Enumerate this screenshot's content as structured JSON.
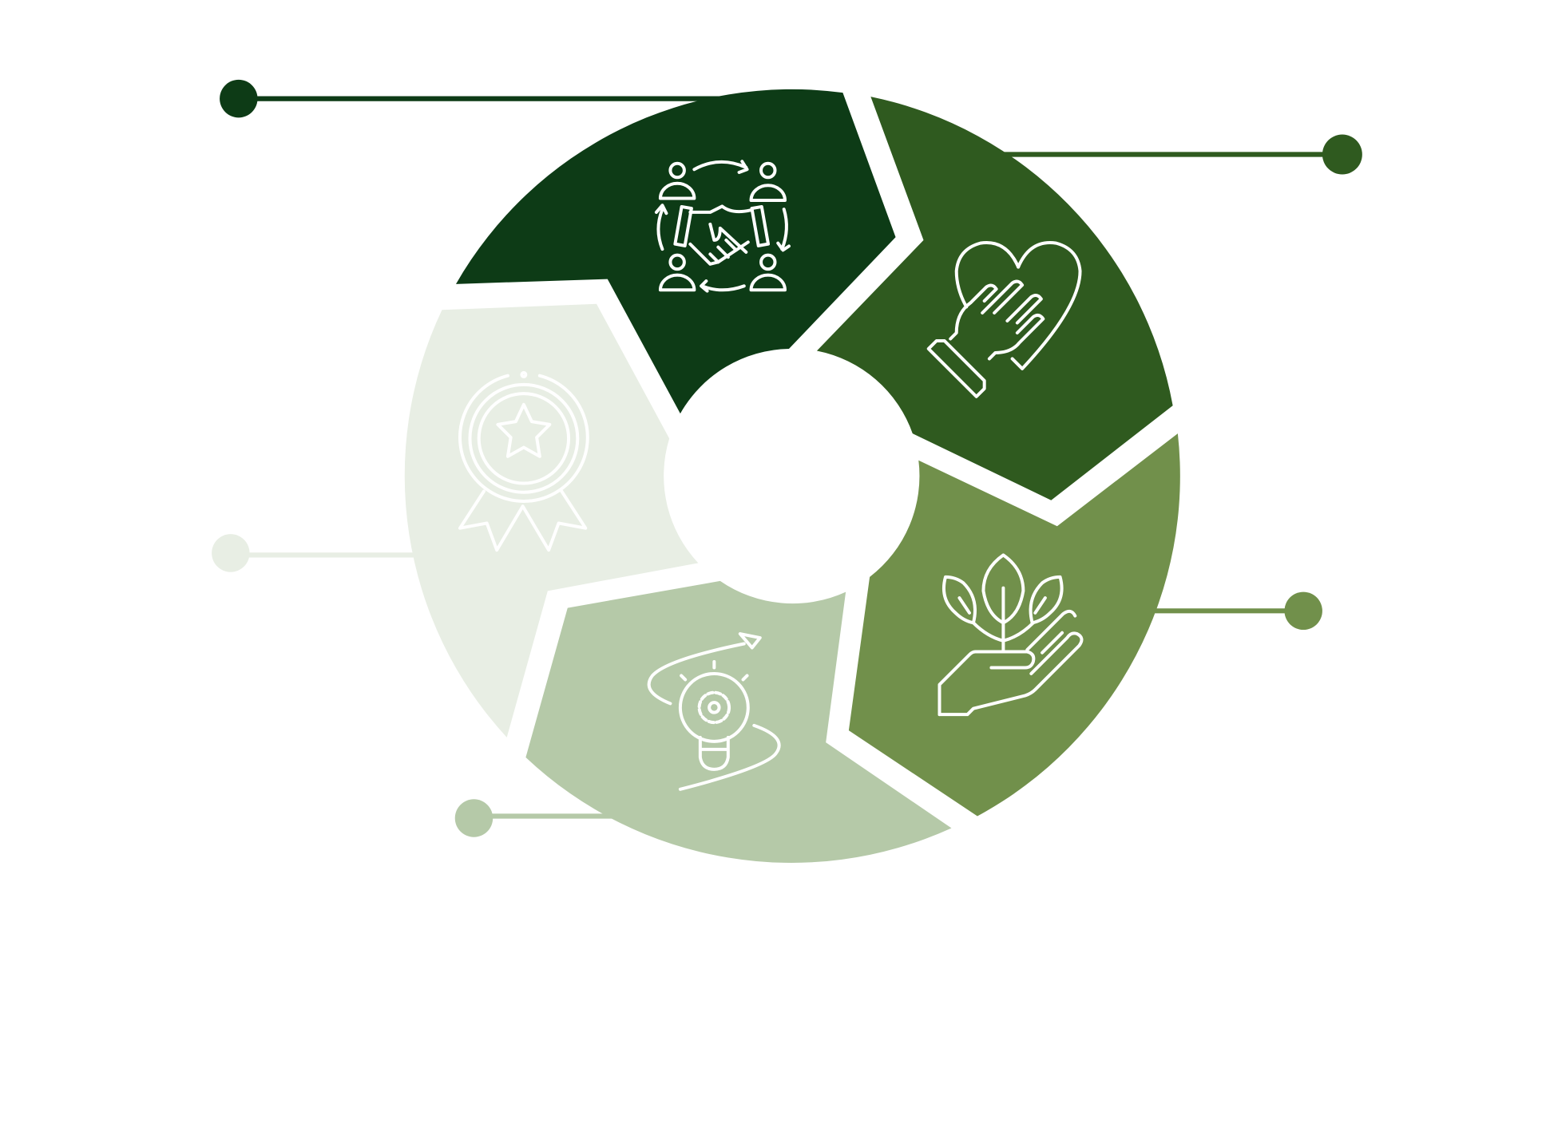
{
  "diagram": {
    "type": "cycle-ring",
    "segments": [
      {
        "id": "collaboration",
        "icon": "handshake-team-icon",
        "color": "#0d3b16"
      },
      {
        "id": "care",
        "icon": "hand-heart-icon",
        "color": "#2f5a1f"
      },
      {
        "id": "sustainability",
        "icon": "hand-plant-icon",
        "color": "#71904b"
      },
      {
        "id": "innovation",
        "icon": "lightbulb-gear-icon",
        "color": "#b5c9a8"
      },
      {
        "id": "excellence",
        "icon": "award-ribbon-icon",
        "color": "#e8eee4"
      }
    ],
    "icon_color": "#ffffff"
  }
}
